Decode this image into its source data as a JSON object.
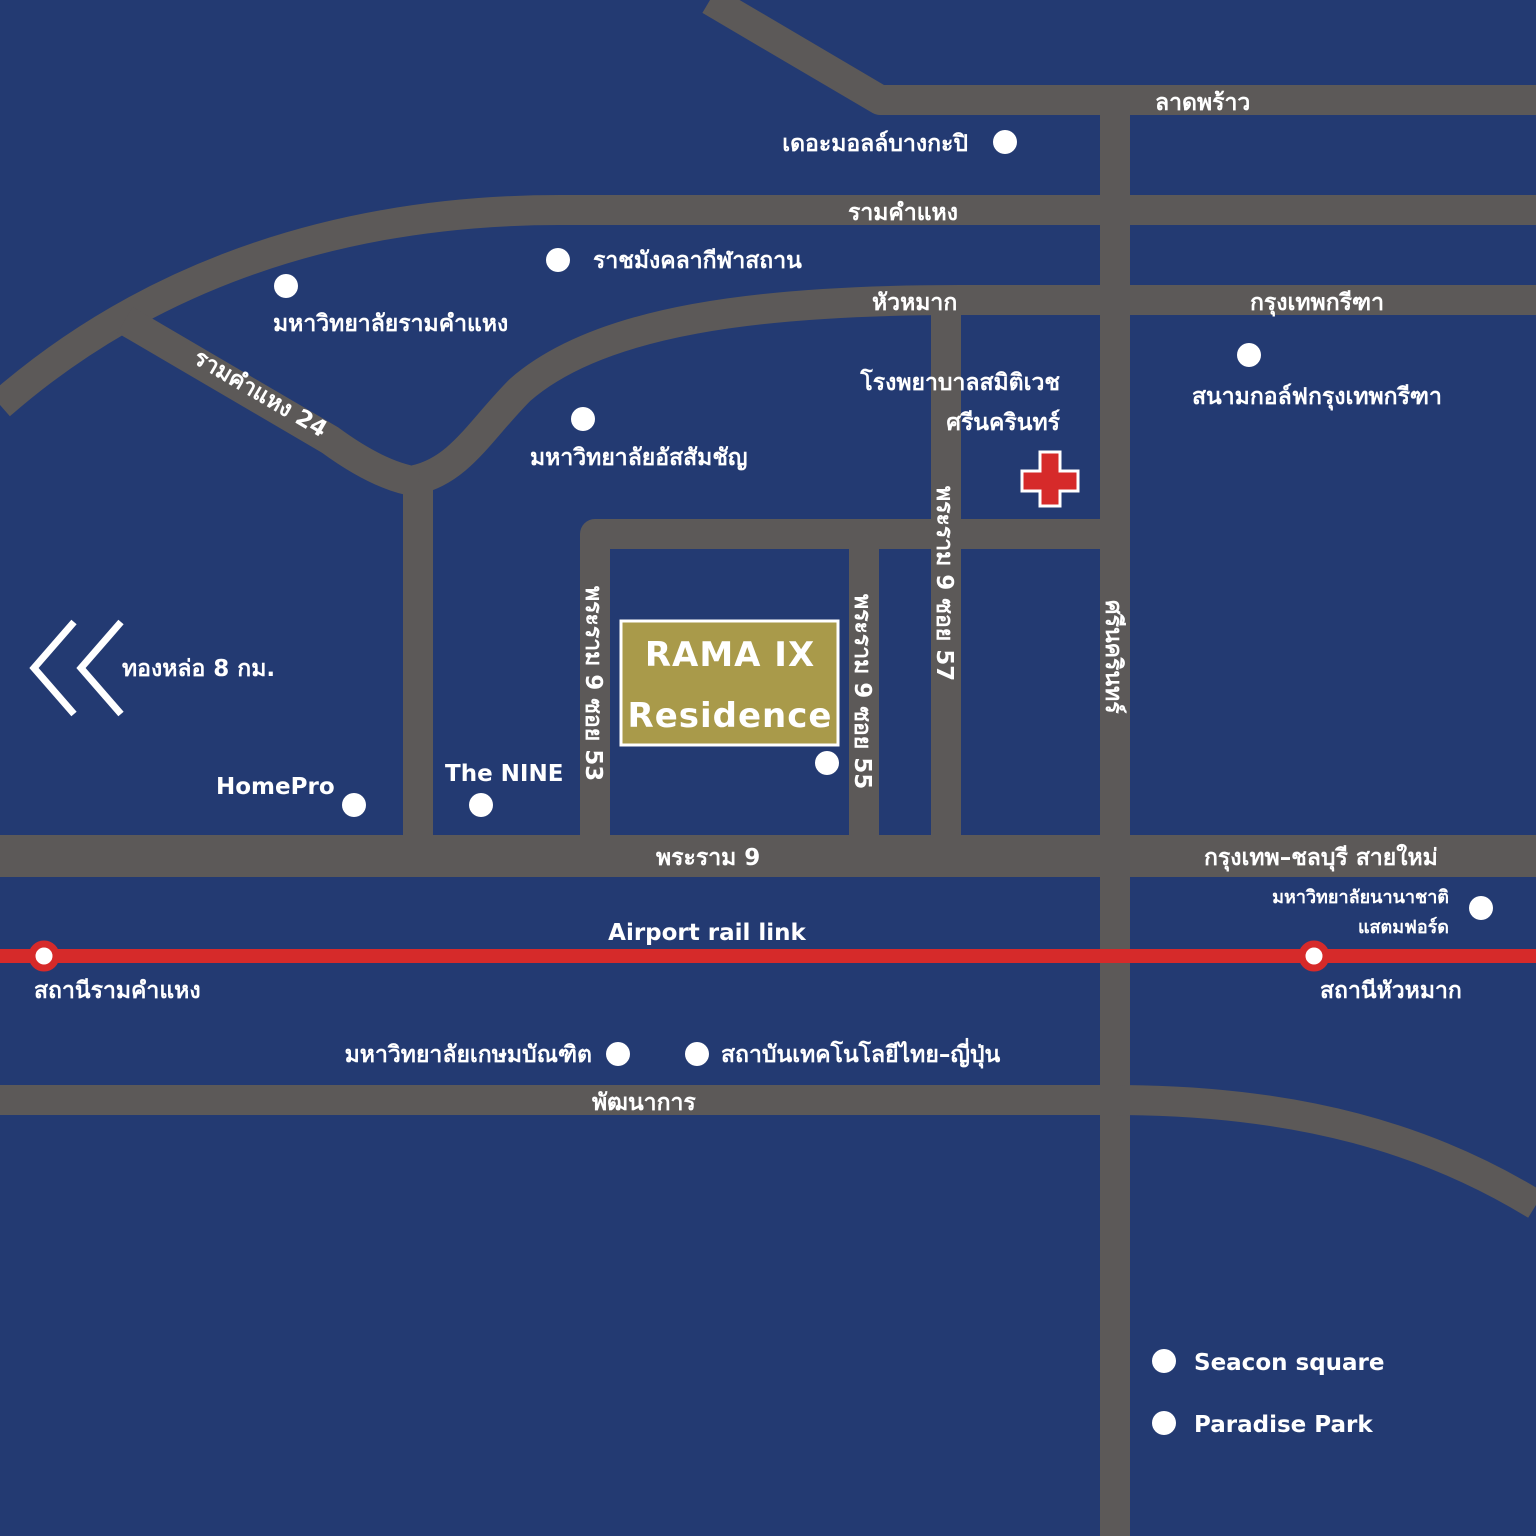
{
  "colors": {
    "background": "#233a72",
    "road": "#5c5958",
    "rail": "#d62a2a",
    "poi": "#ffffff",
    "project_box": "#a99a4a",
    "hospital": "#d62a2a"
  },
  "project": {
    "line1": "RAMA IX",
    "line2": "Residence"
  },
  "roads": {
    "lat_phrao": "ลาดพร้าว",
    "ramkhamhaeng": "รามคำแหง",
    "hua_mak": "หัวหมาก",
    "krungthep_kreetha": "กรุงเทพกรีฑา",
    "ramkhamhaeng_24": "รามคำแหง 24",
    "rama9_soi_57": "พระราม 9 ซอย 57",
    "rama9_soi_53": "พระราม 9 ซอย 53",
    "rama9_soi_55": "พระราม 9 ซอย 55",
    "srinakarin": "ศรีนครินทร์",
    "rama9": "พระราม 9",
    "bkk_chonburi": "กรุงเทพ–ชลบุรี สายใหม่",
    "phatthanakan": "พัฒนาการ"
  },
  "rail": {
    "name": "Airport rail link",
    "station_west": "สถานีรามคำแหง",
    "station_east": "สถานีหัวหมาก"
  },
  "direction": {
    "label": "ทองหล่อ 8 กม.",
    "icon": "double-chevron-left-icon"
  },
  "pois": {
    "the_mall": "เดอะมอลล์บางกะปิ",
    "rajamangala": "ราชมังคลากีฬาสถาน",
    "ru": "มหาวิทยาลัยรามคำแหง",
    "au": "มหาวิทยาลัยอัสสัมชัญ",
    "hospital_line1": "โรงพยาบาลสมิติเวช",
    "hospital_line2": "ศรีนครินทร์",
    "golf": "สนามกอล์ฟกรุงเทพกรีฑา",
    "homepro": "HomePro",
    "the_nine": "The NINE",
    "stamford_line1": "มหาวิทยาลัยนานาชาติ",
    "stamford_line2": "แสตมฟอร์ด",
    "kasem": "มหาวิทยาลัยเกษมบัณฑิต",
    "tni": "สถาบันเทคโนโลยีไทย–ญี่ปุ่น",
    "seacon": "Seacon square",
    "paradise": "Paradise Park"
  }
}
